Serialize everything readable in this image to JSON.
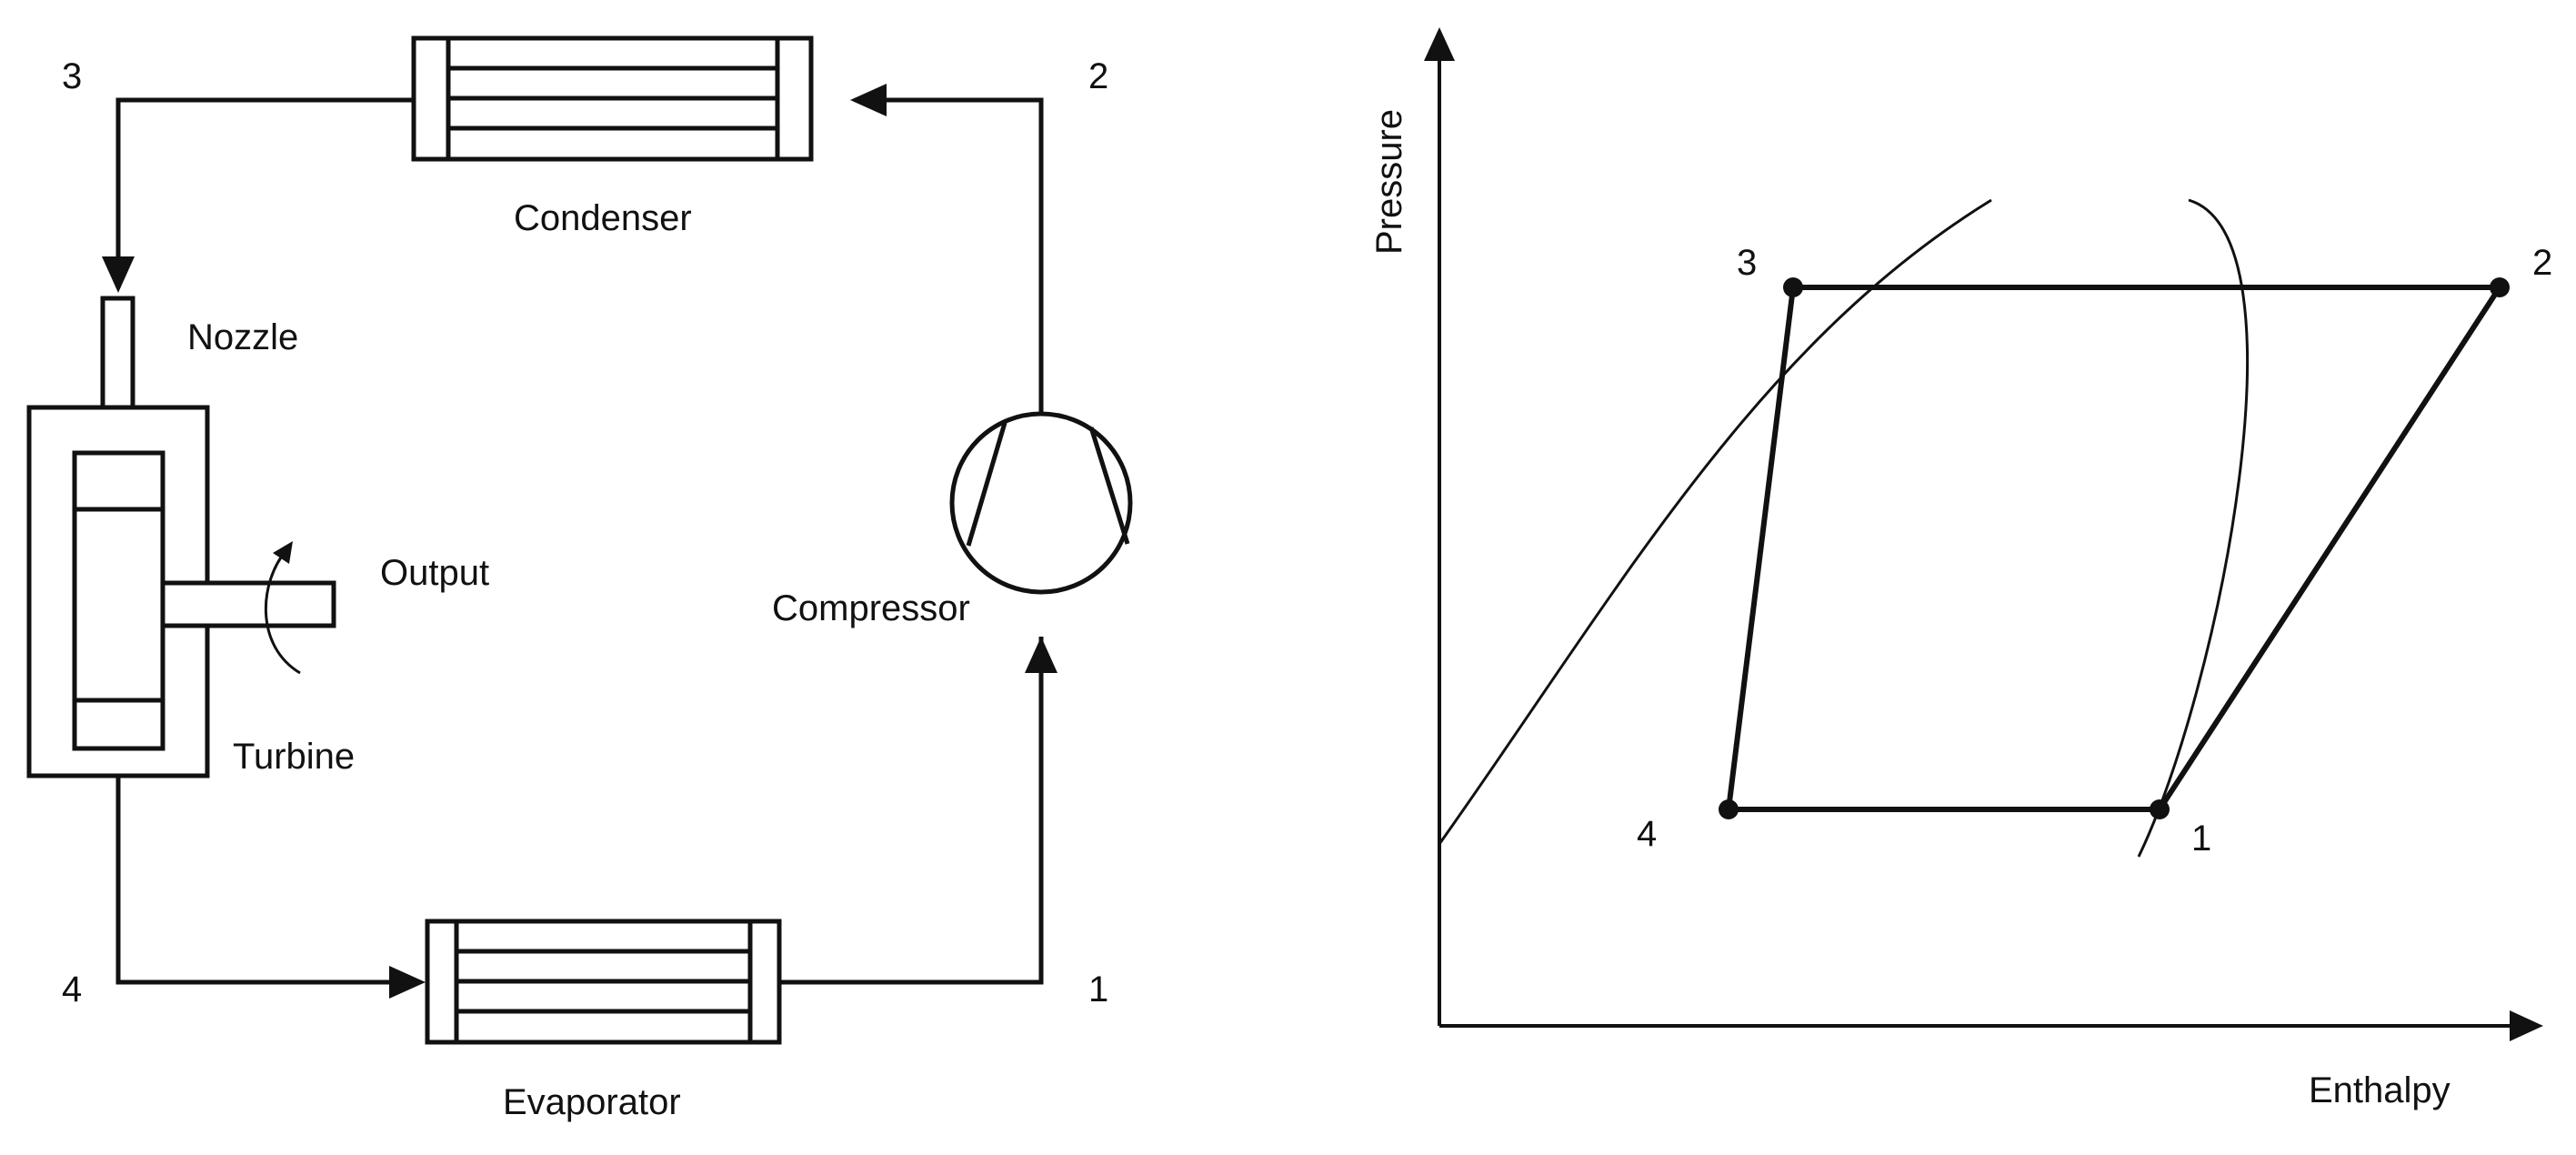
{
  "cycle_schematic": {
    "state_labels": {
      "s1": "1",
      "s2": "2",
      "s3": "3",
      "s4": "4"
    },
    "components": {
      "condenser": "Condenser",
      "nozzle": "Nozzle",
      "turbine": "Turbine",
      "output": "Output",
      "compressor": "Compressor",
      "evaporator": "Evaporator"
    }
  },
  "ph_diagram": {
    "x_axis_label": "Enthalpy",
    "y_axis_label": "Pressure",
    "point_labels": {
      "p1": "1",
      "p2": "2",
      "p3": "3",
      "p4": "4"
    }
  },
  "colors": {
    "stroke": "#111111",
    "background": "#ffffff"
  }
}
